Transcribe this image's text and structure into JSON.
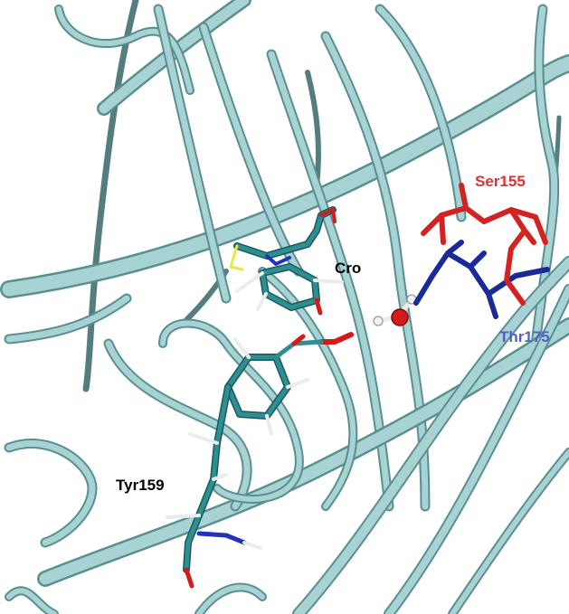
{
  "labels": {
    "cro": "Cro",
    "ser155": "Ser155",
    "thr175": "Thr175",
    "tyr159": "Tyr159"
  },
  "colors": {
    "background": "#ffffff",
    "ribbon": "#8fc4c6",
    "ribbon_dark": "#557c7e",
    "carbon": "#2e8f92",
    "oxygen": "#d41a1a",
    "nitrogen": "#2233bb",
    "hydrogen": "#f2f2f2",
    "sulfur": "#e8e840",
    "label_black": "#000000",
    "label_red": "#e03030",
    "label_blue": "#5060c8"
  }
}
